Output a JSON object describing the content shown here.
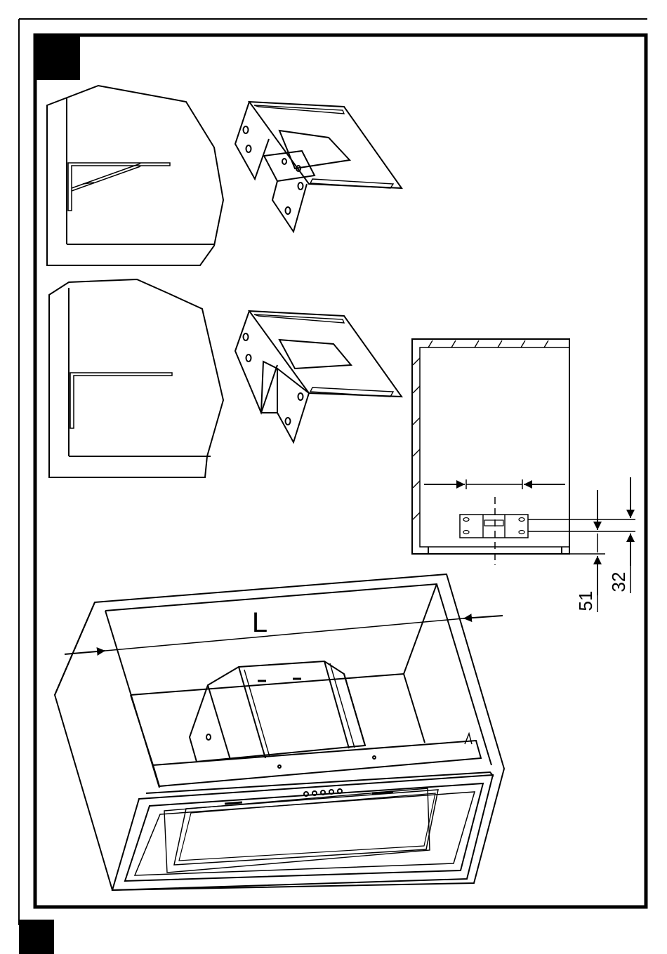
{
  "diagram": {
    "length_label": "L",
    "dimension_51": "51",
    "dimension_32": "32"
  }
}
